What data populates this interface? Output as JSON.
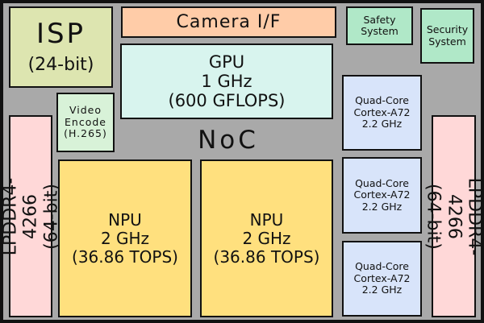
{
  "blocks": {
    "isp": {
      "title": "ISP",
      "subtitle": "(24-bit)",
      "color": "#dde5b0"
    },
    "camera": {
      "label": "Camera I/F",
      "color": "#ffcca8"
    },
    "gpu": {
      "label": "GPU\n1 GHz\n(600 GFLOPS)",
      "color": "#d8f4ee"
    },
    "video": {
      "label": "Video\nEncode\n(H.265)",
      "color": "#d8f2d8"
    },
    "safety": {
      "label": "Safety\nSystem",
      "color": "#b0e8c8"
    },
    "security": {
      "label": "Security\nSystem",
      "color": "#b0e8c8"
    },
    "noc": {
      "label": "NoC"
    },
    "cpu": [
      {
        "label": "Quad-Core\nCortex-A72\n2.2 GHz"
      },
      {
        "label": "Quad-Core\nCortex-A72\n2.2 GHz"
      },
      {
        "label": "Quad-Core\nCortex-A72\n2.2 GHz"
      }
    ],
    "npu": [
      {
        "label": "NPU\n2 GHz\n(36.86 TOPS)"
      },
      {
        "label": "NPU\n2 GHz\n(36.86 TOPS)"
      }
    ],
    "lpddr_left": {
      "label": "LPDDR4-4266\n(64-bit)"
    },
    "lpddr_right": {
      "label": "LPDDR4-4266\n(64-bit)"
    }
  }
}
